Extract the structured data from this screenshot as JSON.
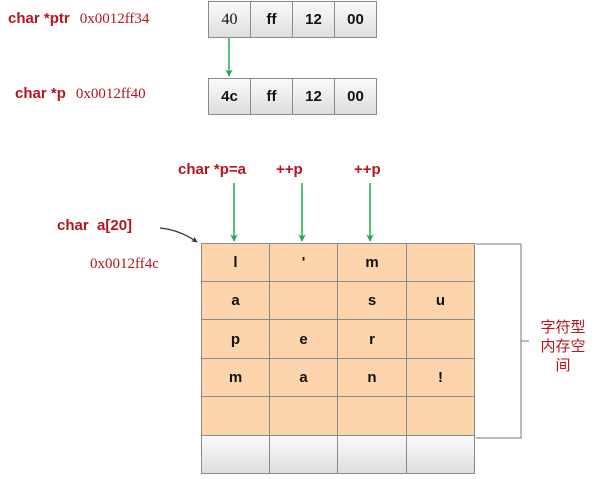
{
  "ptr_label": "char *ptr",
  "ptr_addr": "0x0012ff34",
  "ptr_bytes": [
    "40",
    "ff",
    "12",
    "00"
  ],
  "p_label": "char *p",
  "p_addr": "0x0012ff40",
  "p_bytes": [
    "4c",
    "ff",
    "12",
    "00"
  ],
  "pointer_labels": [
    "char *p=a",
    "++p",
    "++p"
  ],
  "array_label": "char  a[20]",
  "array_addr": "0x0012ff4c",
  "array_rows": [
    [
      "l",
      "'",
      "m",
      ""
    ],
    [
      "a",
      "",
      "s",
      "u"
    ],
    [
      "p",
      "e",
      "r",
      ""
    ],
    [
      "m",
      "a",
      "n",
      "!"
    ],
    [
      "",
      "",
      "",
      ""
    ]
  ],
  "extra_row": [
    "",
    "",
    "",
    ""
  ],
  "note_text": "字符型内存空间",
  "colors": {
    "label": "#b8141e",
    "arrow": "#1faa4f",
    "cell": "#fcd5ad",
    "border": "#8a8a8a"
  }
}
